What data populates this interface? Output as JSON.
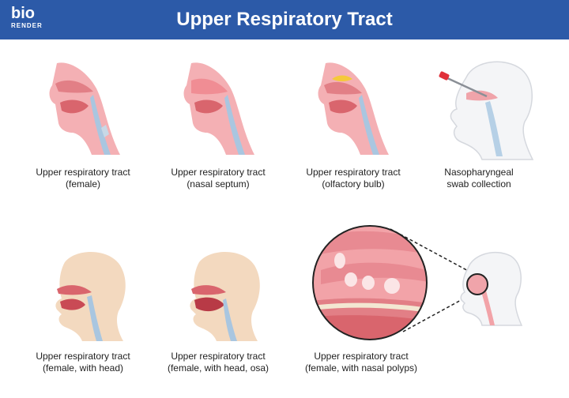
{
  "header": {
    "logo_main": "bio",
    "logo_sub": "RENDER",
    "title": "Upper Respiratory Tract"
  },
  "colors": {
    "header_bg": "#2c5aa8",
    "tissue": "#f2a3a8",
    "tissue_dark": "#d9656d",
    "skin": "#f3d9bf",
    "head_outline": "#e6e8ec",
    "olfactory": "#f5c93a",
    "swab_tip": "#e0313a"
  },
  "figures": [
    {
      "line1": "Upper respiratory tract",
      "line2": "(female)"
    },
    {
      "line1": "Upper respiratory tract",
      "line2": "(nasal septum)"
    },
    {
      "line1": "Upper respiratory tract",
      "line2": "(olfactory bulb)"
    },
    {
      "line1": "Nasopharyngeal",
      "line2": "swab collection"
    },
    {
      "line1": "Upper respiratory tract",
      "line2": "(female, with head)"
    },
    {
      "line1": "Upper respiratory tract",
      "line2": "(female, with head, osa)"
    },
    {
      "line1": "Upper respiratory tract",
      "line2": "(female, with nasal polyps)"
    }
  ]
}
